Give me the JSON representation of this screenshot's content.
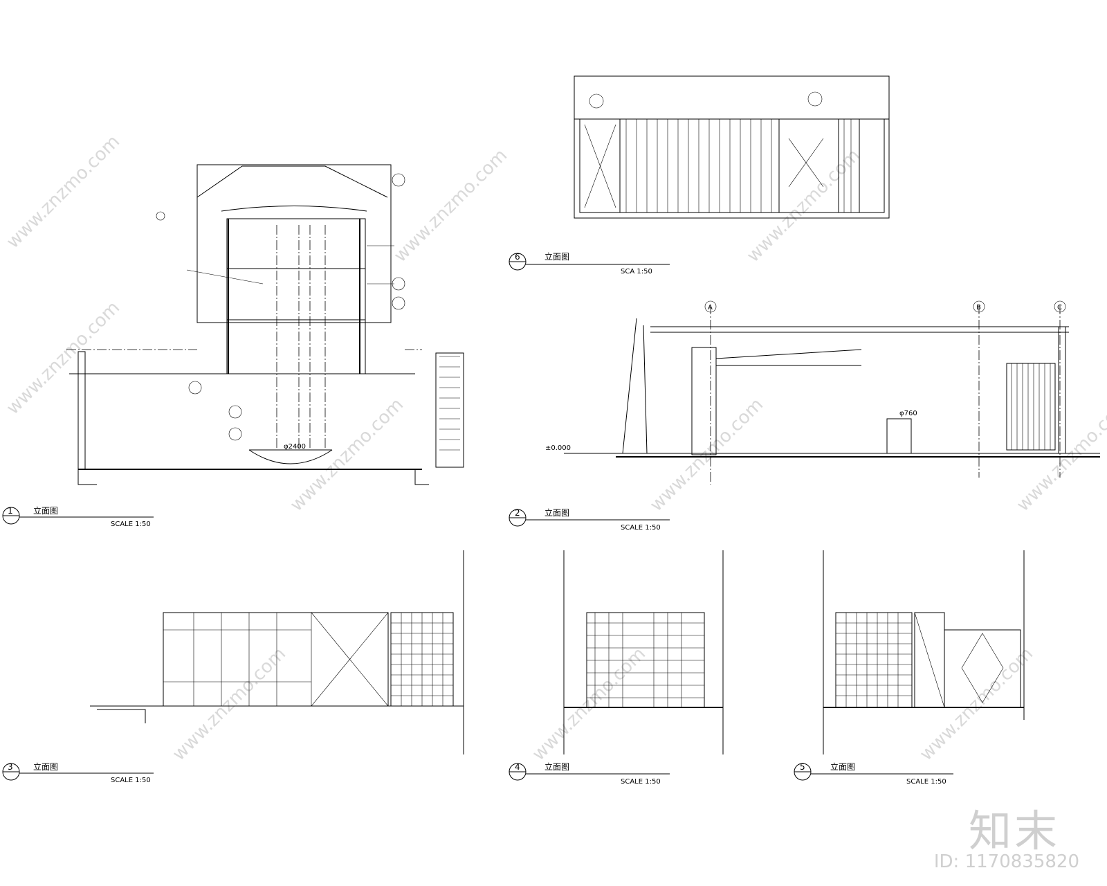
{
  "drawing": {
    "elevations": [
      {
        "num": "1",
        "title": "立面图",
        "scale": "SCALE  1:50"
      },
      {
        "num": "2",
        "title": "立面图",
        "scale": "SCALE  1:50"
      },
      {
        "num": "3",
        "title": "立面图",
        "scale": "SCALE  1:50"
      },
      {
        "num": "4",
        "title": "立面图",
        "scale": "SCALE  1:50"
      },
      {
        "num": "5",
        "title": "立面图",
        "scale": "SCALE  1:50"
      },
      {
        "num": "6",
        "title": "立面图",
        "scale": "SCA    1:50"
      }
    ],
    "grid_axes": {
      "a": "A",
      "b": "B",
      "c": "C"
    },
    "levels": {
      "zero": "±0.000",
      "diameter_1": "φ2400",
      "diameter_2": "φ760"
    }
  },
  "watermark": {
    "text": "www.znzmo.com",
    "logo": "知末",
    "id": "ID: 1170835820"
  },
  "colors": {
    "line": "#000000",
    "watermark": "#d0d0d0",
    "background": "#ffffff"
  }
}
